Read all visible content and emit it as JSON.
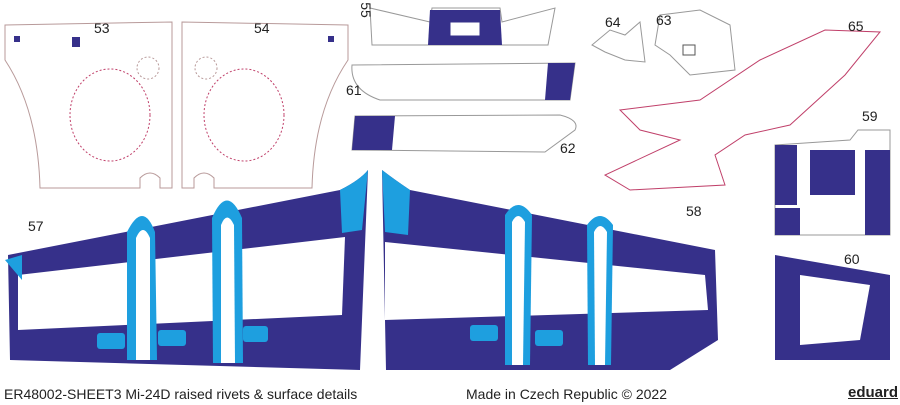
{
  "colors": {
    "navy": "#36308a",
    "light_blue": "#1e9fdf",
    "outline": "#b89a9a",
    "rivet_green": "#3aa56a",
    "rivet_red": "#c0406a"
  },
  "parts": [
    {
      "id": "53",
      "label": "53"
    },
    {
      "id": "54",
      "label": "54"
    },
    {
      "id": "55",
      "label": "55"
    },
    {
      "id": "61",
      "label": "61"
    },
    {
      "id": "62",
      "label": "62"
    },
    {
      "id": "64",
      "label": "64"
    },
    {
      "id": "63",
      "label": "63"
    },
    {
      "id": "65",
      "label": "65"
    },
    {
      "id": "59",
      "label": "59"
    },
    {
      "id": "60",
      "label": "60"
    },
    {
      "id": "57",
      "label": "57"
    },
    {
      "id": "58",
      "label": "58"
    }
  ],
  "footer": {
    "sheet_title": "ER48002-SHEET3 Mi-24D raised rivets & surface details",
    "origin": "Made in Czech Republic © 2022",
    "brand": "eduard"
  }
}
